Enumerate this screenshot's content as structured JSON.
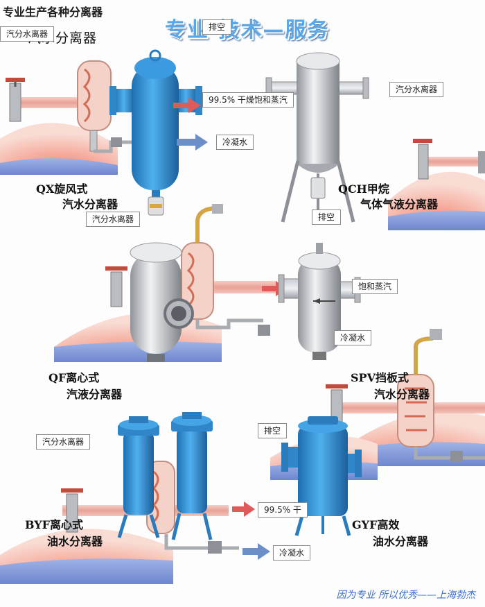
{
  "header": {
    "top_title": "专业生产各种分离器",
    "sub_title": "汽水分离器",
    "banner": "专业·技术—服务"
  },
  "labels": {
    "vent": "排空",
    "vent_partial": "排空",
    "dry_steam": "99.5% 干燥饱和蒸汽",
    "dry_steam_partial": "99.5% 干",
    "sat_steam_partial": "饱和蒸汽",
    "condensate": "冷凝水",
    "condensate_partial": "冷凝水",
    "steam_water_sep": "汽分水离器",
    "steam_water_sep_top": "汽分水离器"
  },
  "captions": {
    "qx_line1": "QX旋风式",
    "qx_line2": "汽水分离器",
    "qch_line1": "QCH甲烷",
    "qch_line2": "气体气液分离器",
    "qf_line1": "QF离心式",
    "qf_line2": "汽液分离器",
    "spv_line1": "SPV挡板式",
    "spv_line2": "汽水分离器",
    "byf_line1": "BYF离心式",
    "byf_line2": "油水分离器",
    "gyf_line1": "GYF高效",
    "gyf_line2": "油水分离器"
  },
  "footer": {
    "slogan": "因为专业 所以优秀——上海勃杰"
  },
  "colors": {
    "blue_vessel": "#2f8fd2",
    "steel_vessel": "#c9ccd0",
    "steam_pipe": "#f2b7ae",
    "arrow_blue": "#6d8fc9",
    "arrow_red": "#e05a5a"
  }
}
